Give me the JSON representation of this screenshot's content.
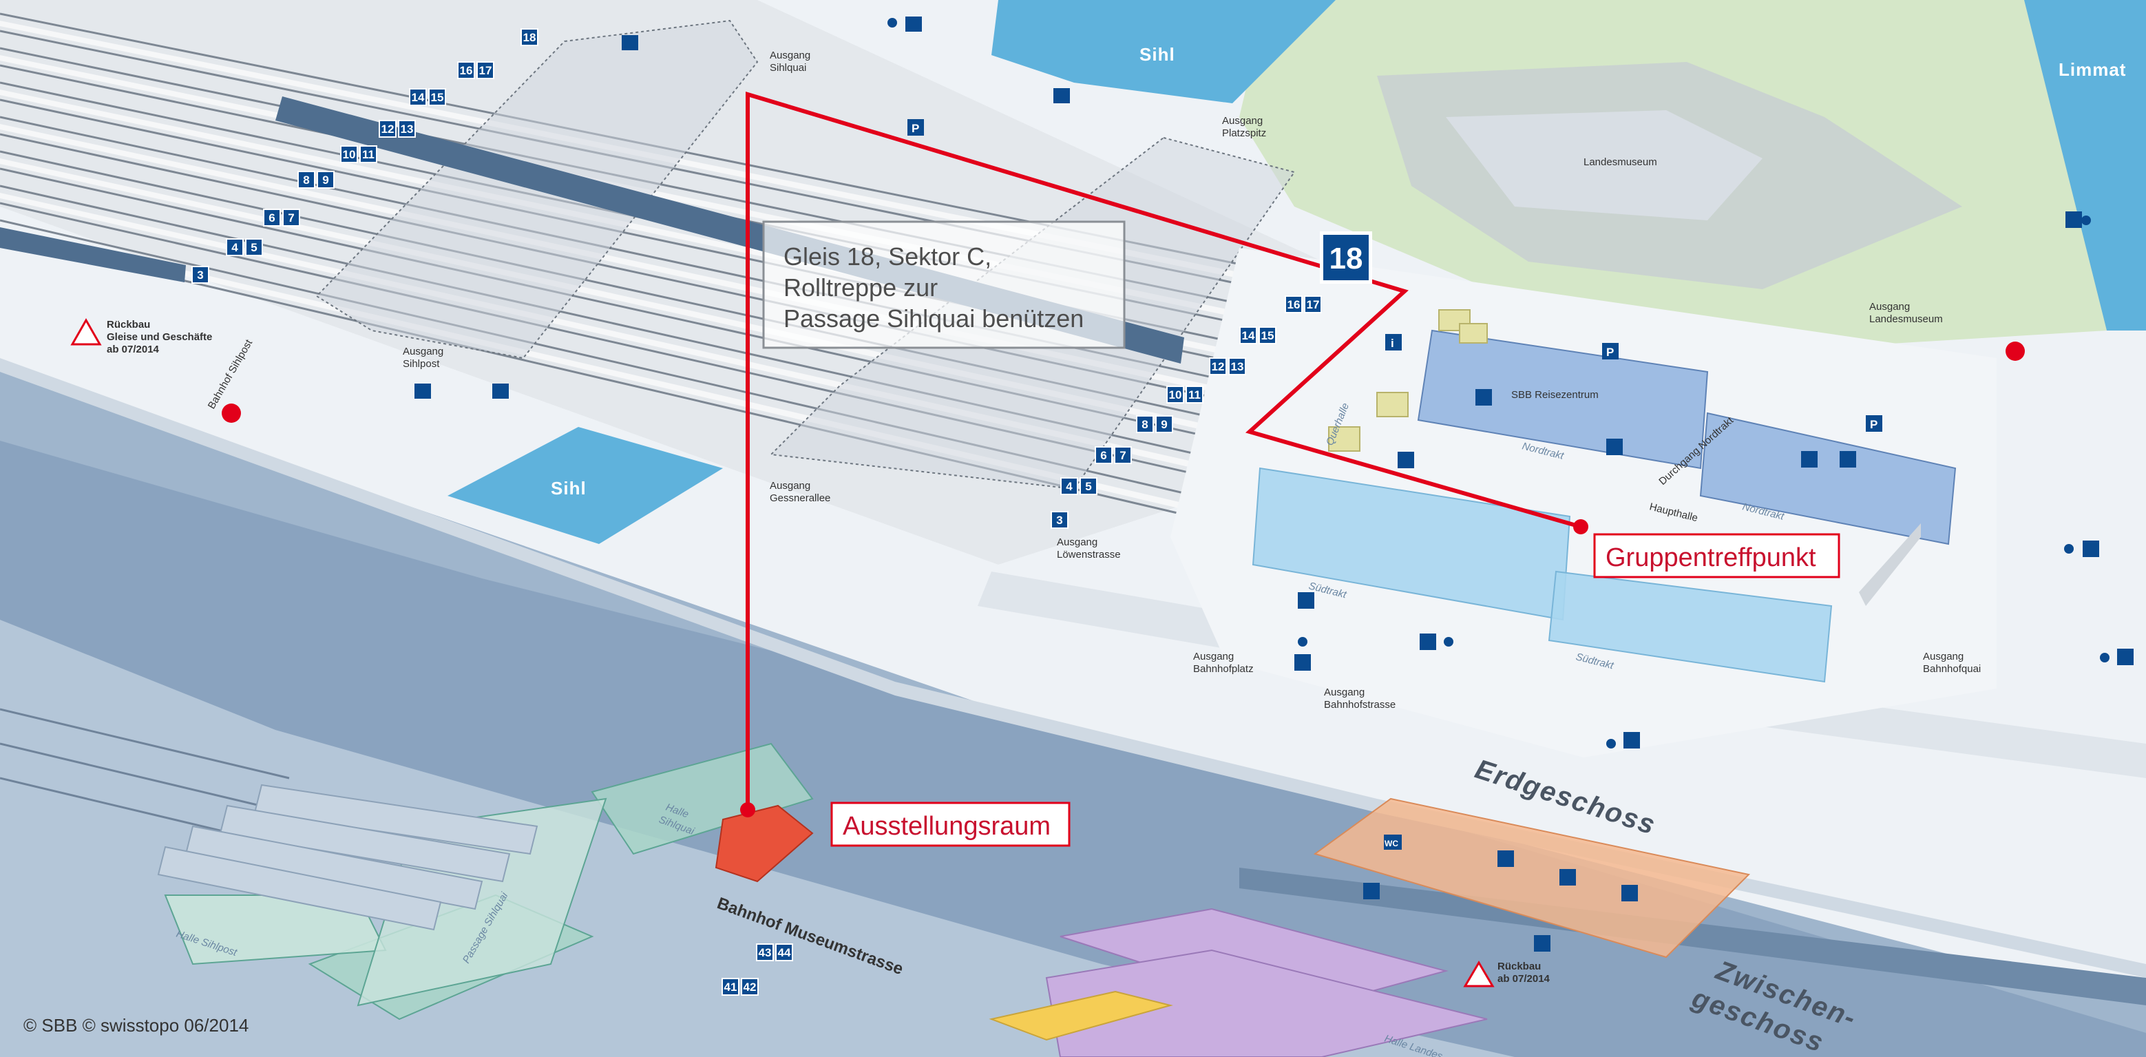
{
  "water": {
    "sihl_north": "Sihl",
    "sihl_south": "Sihl",
    "limmat": "Limmat"
  },
  "landmarks": {
    "landesmuseum": "Landesmuseum",
    "reisezentrum": "SBB Reisezentrum"
  },
  "exits": {
    "sihlquai": [
      "Ausgang",
      "Sihlquai"
    ],
    "platzspitz": [
      "Ausgang",
      "Platzspitz"
    ],
    "landesmuseum": [
      "Ausgang",
      "Landesmuseum"
    ],
    "sihlpost": [
      "Ausgang",
      "Sihlpost"
    ],
    "gessnerallee": [
      "Ausgang",
      "Gessnerallee"
    ],
    "loewenstrasse": [
      "Ausgang",
      "Löwenstrasse"
    ],
    "bahnhofplatz": [
      "Ausgang",
      "Bahnhofplatz"
    ],
    "bahnhofstrasse": [
      "Ausgang",
      "Bahnhofstrasse"
    ],
    "bahnhofquai": [
      "Ausgang",
      "Bahnhofquai"
    ]
  },
  "notices": {
    "rueckbau_top": [
      "Rückbau",
      "Gleise und Geschäfte",
      "ab 07/2014"
    ],
    "rueckbau_bottom": [
      "Rückbau",
      "ab 07/2014"
    ]
  },
  "tracts": {
    "nordtrakt_1": "Nordtrakt",
    "nordtrakt_2": "Nordtrakt",
    "suedtrakt_1": "Südtrakt",
    "suedtrakt_2": "Südtrakt",
    "haupthalle": "Haupthalle",
    "durchgang": "Durchgang Nordtrakt",
    "querhalle": "Querhalle",
    "bahnhof_sihlpost": "Bahnhof Sihlpost"
  },
  "underground": {
    "halle_sihlquai": [
      "Halle",
      "Sihlquai"
    ],
    "passage_sihlquai": "Passage Sihlquai",
    "halle_sihlpost": "Halle Sihlpost",
    "bahnhof_museumstrasse": "Bahnhof Museumstrasse",
    "halle_landes": "Halle Landes"
  },
  "levels": {
    "erdgeschoss": "Erdgeschoss",
    "zwischengeschoss": [
      "Zwischen-",
      "geschoss"
    ]
  },
  "platforms": {
    "upper": [
      "18",
      "16",
      "17",
      "14",
      "15",
      "12",
      "13",
      "10",
      "11",
      "8",
      "9",
      "6",
      "7",
      "4",
      "5",
      "3"
    ],
    "lower": [
      "16",
      "17",
      "14",
      "15",
      "12",
      "13",
      "10",
      "11",
      "8",
      "9",
      "6",
      "7",
      "4",
      "5",
      "3"
    ],
    "museumstrasse": [
      "43",
      "44",
      "41",
      "42"
    ],
    "highlight": "18"
  },
  "callouts": {
    "instruction": [
      "Gleis 18, Sektor C,",
      "Rolltreppe zur",
      "Passage Sihlquai benützen"
    ],
    "gruppentreffpunkt": "Gruppentreffpunkt",
    "ausstellungsraum": "Ausstellungsraum"
  },
  "icons": {
    "p_label": "P",
    "wc_label": "WC",
    "info_label": "i"
  },
  "copyright": "© SBB  © swisstopo  06/2014",
  "colors": {
    "route": "#e2001a",
    "platform_badge": "#0a4a8f",
    "water": "#5fb2dc",
    "park": "#d5e7c8",
    "tract_blue": "#a9d6f0",
    "zwischengeschoss": "#f5b88f",
    "underground": "#8fa9c5"
  }
}
